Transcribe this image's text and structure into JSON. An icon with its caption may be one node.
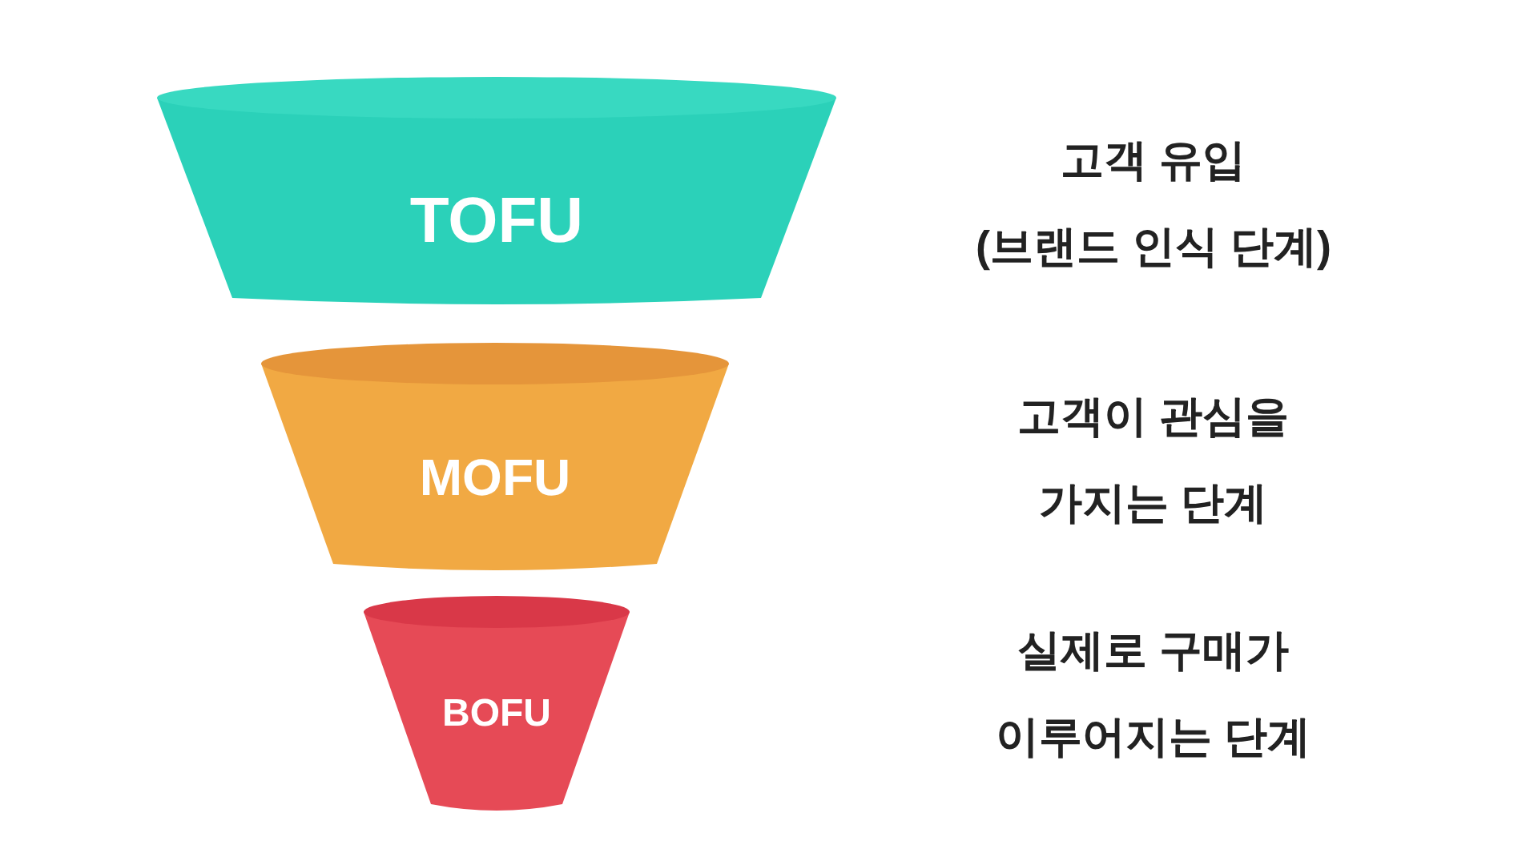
{
  "diagram": {
    "nodes": [
      {
        "text": [
          "TOFU"
        ],
        "beside": [
          "고객 유입",
          "(브랜드 인식 단계)"
        ]
      },
      {
        "text": [
          "MOFU"
        ],
        "beside": [
          "고객이 관심을",
          "가지는 단계"
        ]
      },
      {
        "text": [
          "BOFU"
        ],
        "beside": [
          "실제로 구매가",
          "이루어지는 단계"
        ]
      }
    ]
  }
}
